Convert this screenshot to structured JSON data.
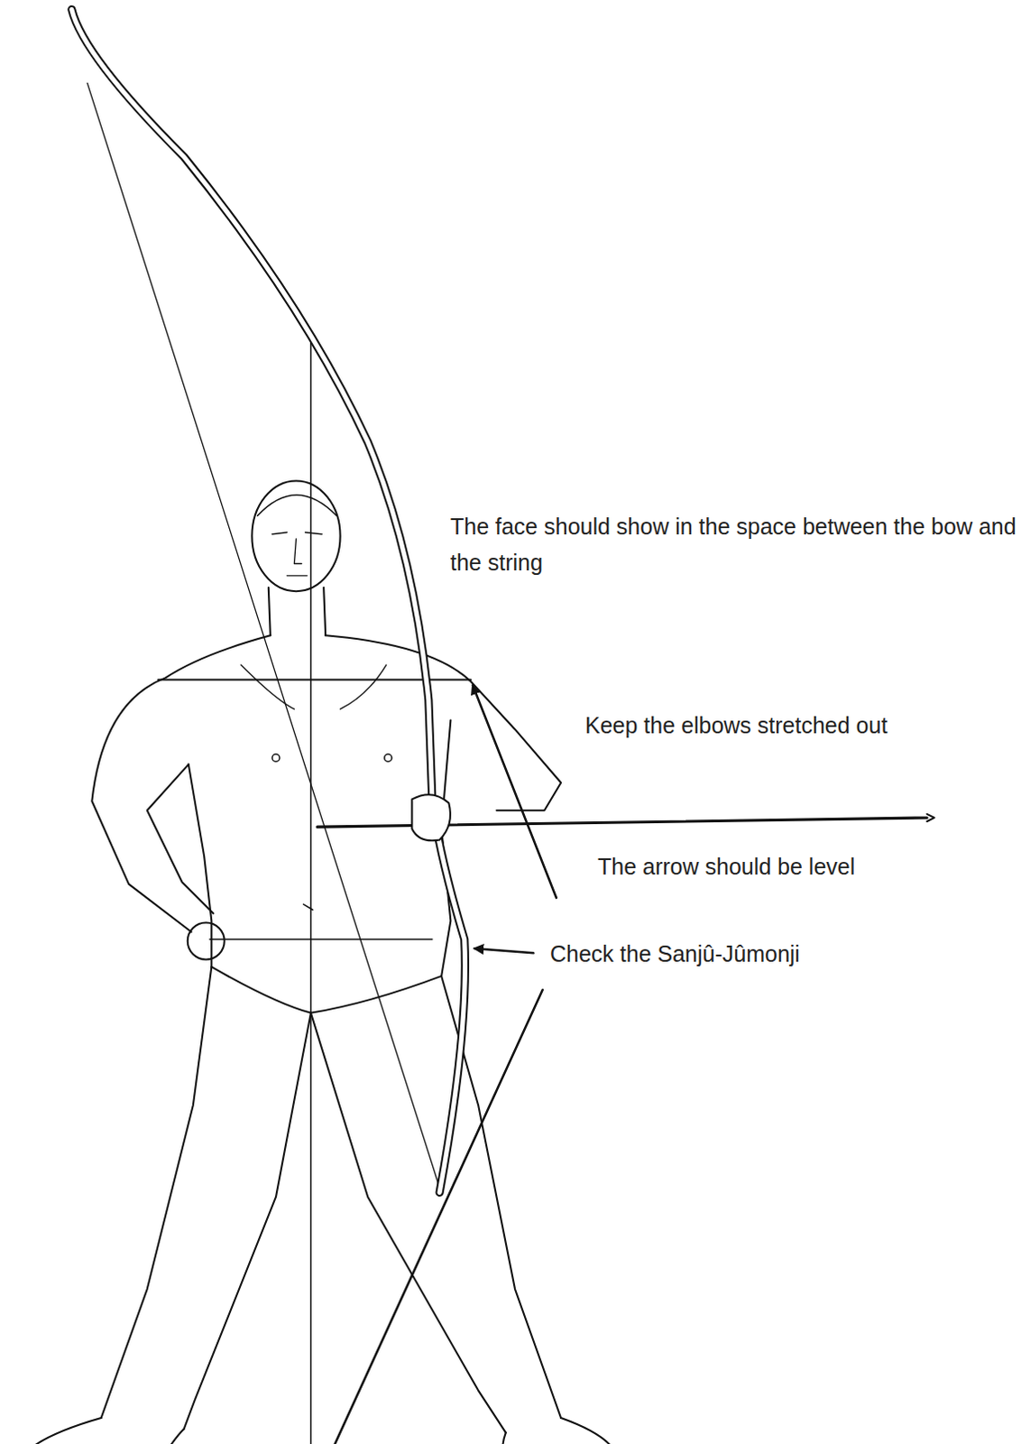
{
  "diagram": {
    "labels": [
      "The face should show in the space between the bow and the string",
      "Keep the elbows stretched out",
      "The arrow should be level",
      "Check the Sanjû-Jûmonji"
    ]
  }
}
